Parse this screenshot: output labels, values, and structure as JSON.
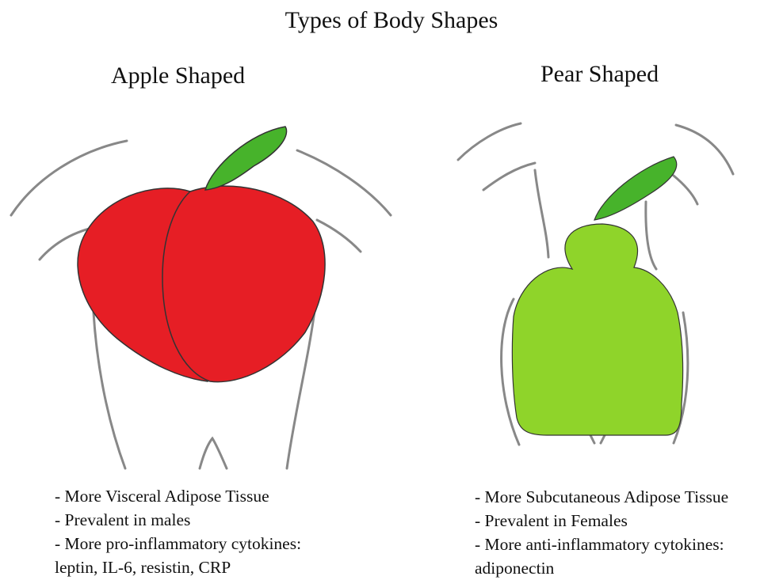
{
  "title": "Types of Body Shapes",
  "colors": {
    "apple_fill": "#e61e25",
    "pear_fill": "#8fd42a",
    "leaf_fill": "#47b32b",
    "body_outline": "#888888",
    "shape_outline": "#333333"
  },
  "apple": {
    "heading": "Apple Shaped",
    "notes": [
      "- More Visceral Adipose Tissue",
      "- Prevalent in males",
      "- More pro-inflammatory cytokines:",
      "leptin, IL-6, resistin, CRP"
    ]
  },
  "pear": {
    "heading": "Pear Shaped",
    "notes": [
      "- More Subcutaneous Adipose Tissue",
      "- Prevalent in Females",
      "- More anti-inflammatory cytokines:",
      "adiponectin"
    ]
  }
}
